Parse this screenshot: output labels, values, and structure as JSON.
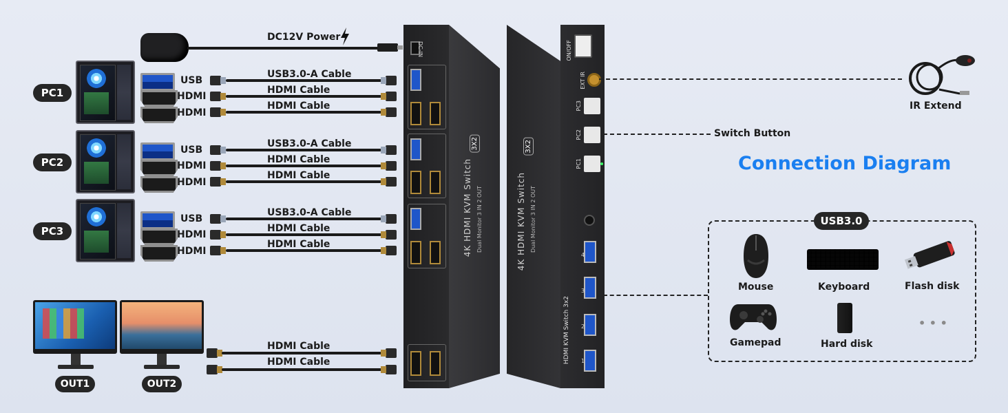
{
  "power_label": "DC12V Power",
  "pcs": [
    {
      "name": "PC1",
      "usb_label": "USB",
      "hdmi_labels": [
        "HDMI",
        "HDMI"
      ],
      "usb_cable": "USB3.0-A Cable",
      "hdmi_cables": [
        "HDMI Cable",
        "HDMI Cable"
      ]
    },
    {
      "name": "PC2",
      "usb_label": "USB",
      "hdmi_labels": [
        "HDMI",
        "HDMI"
      ],
      "usb_cable": "USB3.0-A Cable",
      "hdmi_cables": [
        "HDMI Cable",
        "HDMI Cable"
      ]
    },
    {
      "name": "PC3",
      "usb_label": "USB",
      "hdmi_labels": [
        "HDMI",
        "HDMI"
      ],
      "usb_cable": "USB3.0-A Cable",
      "hdmi_cables": [
        "HDMI Cable",
        "HDMI Cable"
      ]
    }
  ],
  "outputs": {
    "labels": [
      "OUT1",
      "OUT2"
    ],
    "cables": [
      "HDMI Cable",
      "HDMI Cable"
    ]
  },
  "ir_extend": "IR Extend",
  "switch_button": "Switch Button",
  "title": "Connection Diagram",
  "colors": {
    "title": "#1a7ff0",
    "device": "#2c2c2e",
    "background": "#e3e8f2"
  },
  "usb_box": {
    "badge": "USB3.0",
    "devices": [
      "Mouse",
      "Keyboard",
      "Flash disk",
      "Gamepad",
      "Hard disk"
    ],
    "more": "• • •"
  },
  "device": {
    "back_title": "4K HDMI KVM Switch",
    "back_subtitle": "Dual Monitor 3 IN 2 OUT",
    "badge": "3X2",
    "front_title": "HDMI KVM Switch 3x2",
    "usb_port_numbers": [
      "4",
      "3",
      "2",
      "1"
    ],
    "front_buttons": [
      "PC3",
      "PC2",
      "PC1"
    ],
    "ext_ir": "EXT IR",
    "on_off": "ON/OFF",
    "dc_in": "DC-IN"
  }
}
